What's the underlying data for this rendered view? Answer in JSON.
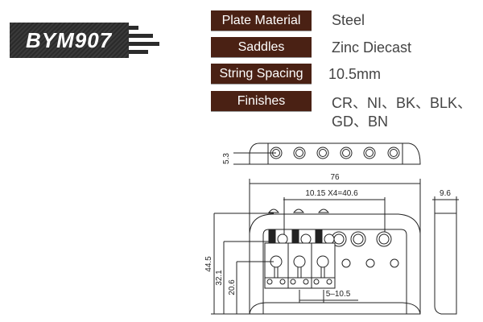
{
  "model": "BYM907",
  "specs": [
    {
      "label": "Plate Material",
      "value": "Steel"
    },
    {
      "label": "Saddles",
      "value": "Zinc Diecast"
    },
    {
      "label": "String Spacing",
      "value": "10.5mm"
    },
    {
      "label": "Finishes",
      "value": "CR、NI、BK、BLK、",
      "value2": "GD、BN"
    }
  ],
  "dimensions": {
    "height_top": "5.3",
    "width": "76",
    "spacing": "10.15 X4=40.6",
    "depth": "9.6",
    "height_total": "44.5",
    "height_mid": "32.1",
    "height_low": "20.6",
    "adjust": "5–10.5"
  }
}
